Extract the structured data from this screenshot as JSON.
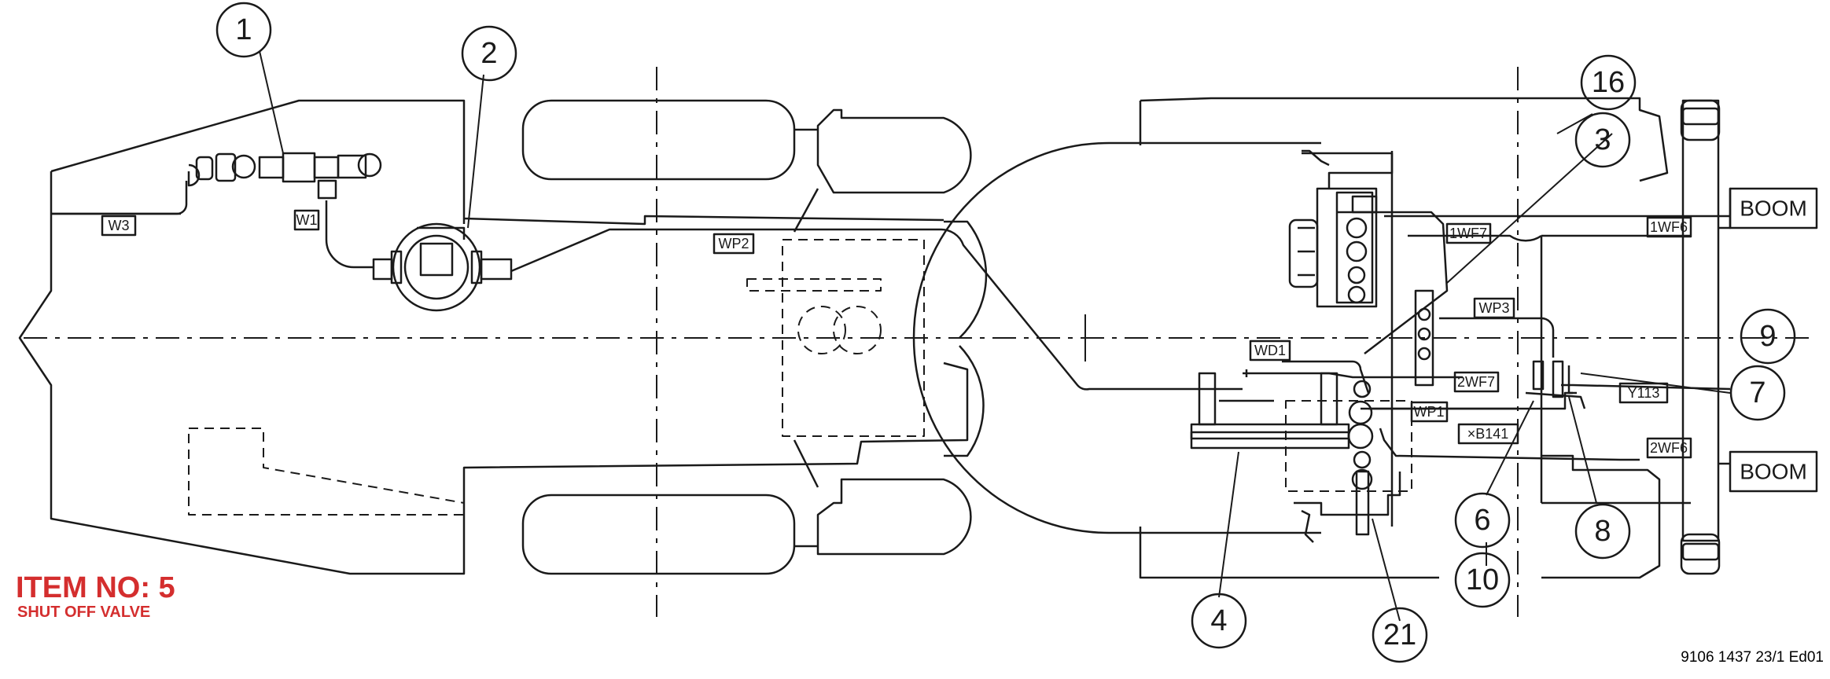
{
  "item": {
    "title": "ITEM NO: 5",
    "subtitle": "SHUT OFF VALVE"
  },
  "document_number": "9106 1437 23/1 Ed01",
  "callouts": [
    "1",
    "2",
    "16",
    "3",
    "9",
    "7",
    "6",
    "8",
    "10",
    "4",
    "21"
  ],
  "wire_labels": [
    "W3",
    "W1",
    "WP2",
    "1WF7",
    "1WF6",
    "WP3",
    "WD1",
    "2WF7",
    "WP1",
    "Y113",
    "×B141",
    "2WF6"
  ],
  "boom_labels": [
    "BOOM",
    "BOOM"
  ],
  "colors": {
    "line": "#1a1a1a",
    "accent": "#d42e2e",
    "background": "#ffffff"
  }
}
